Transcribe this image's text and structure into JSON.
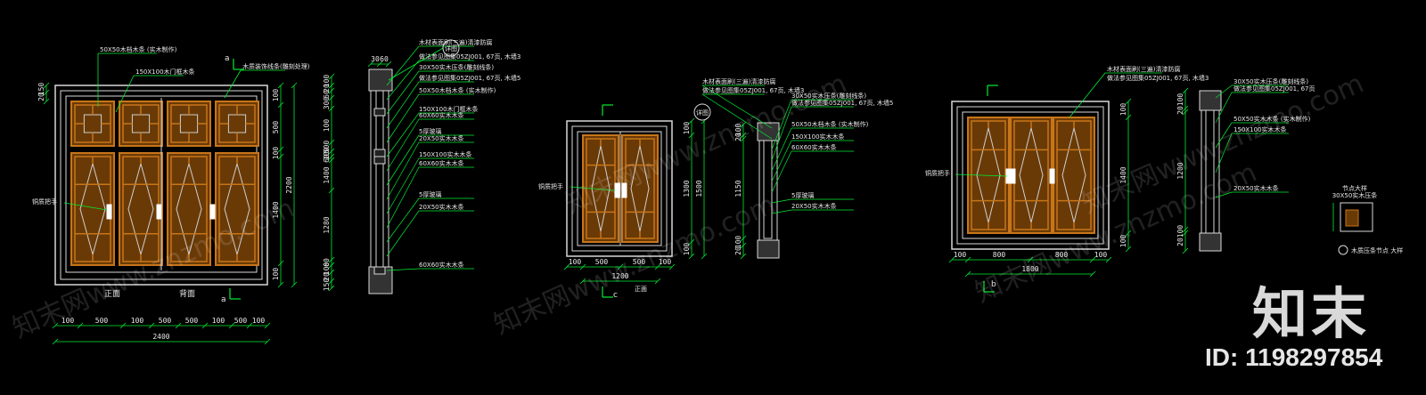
{
  "colors": {
    "background": "#000000",
    "frame": "#d8d8d8",
    "wood": "#c77519",
    "wood_dark": "#6a3a06",
    "dimension": "#00ee33",
    "leader": "#00ee33",
    "text": "#e8e8e8"
  },
  "drawing1": {
    "front_label": "正面",
    "back_label": "背面",
    "section_mark": "a",
    "section_mark_top": "a",
    "handle_note": "铜质把手",
    "top_note_1": "50X50木档木条 (实木制作)",
    "top_note_2": "150X100木门框木条",
    "top_note_3": "木质装饰线条(雕刻处理)",
    "right_dims": [
      "100",
      "500",
      "100",
      "1400",
      "100"
    ],
    "right_total": "2200",
    "left_dims": [
      "150",
      "20"
    ],
    "bottom_dims": [
      "100",
      "500",
      "100",
      "500",
      "500",
      "100",
      "500",
      "100"
    ],
    "bottom_total": "2400"
  },
  "section1": {
    "callouts": [
      "木材表面刷(三遍)清漆防腐",
      "做法参见图集05ZJ001, 67页, 木墙3",
      "30X50实木压条(雕刻线条)",
      "做法参见图集05ZJ001, 67页, 木墙5",
      "50X50木档木条 (实木制作)",
      "150X100木门框木条",
      "60X60实木木条",
      "5厚玻璃",
      "20X50实木木条",
      "150X100实木木条",
      "60X60实木木条",
      "5厚玻璃",
      "20X50实木木条",
      "60X60实木木条"
    ],
    "top_dims": [
      "30",
      "60"
    ],
    "left_dims": [
      "100",
      "20",
      "60",
      "300",
      "100",
      "500",
      "100",
      "60",
      "1400",
      "1280",
      "60",
      "100",
      "20",
      "150"
    ],
    "detail_tag": "详图"
  },
  "drawing2": {
    "handle_note": "铜质把手",
    "section_mark": "c",
    "right_dims": [
      "100",
      "1300",
      "1500",
      "100"
    ],
    "bottom_dims": [
      "100",
      "500",
      "500",
      "100"
    ],
    "bottom_total": "1200",
    "bottom_tag": "正面"
  },
  "section2": {
    "callouts": [
      "木材表面刷(三遍)清漆防腐",
      "做法参见图集05ZJ001, 67页, 木墙3",
      "30X50实木压条(雕刻线条)",
      "做法参见图集05ZJ001, 67页, 木墙5",
      "50X50木档木条 (实木制作)",
      "150X100实木木条",
      "60X60实木木条",
      "5厚玻璃",
      "20X50实木木条"
    ],
    "left_dims": [
      "100",
      "20",
      "1150",
      "100",
      "20"
    ],
    "detail_tag": "详图"
  },
  "drawing3": {
    "handle_note": "铜质把手",
    "section_mark": "b",
    "top_note_1": "木材表面刷(三遍)清漆防腐",
    "top_note_2": "做法参见图集05ZJ001, 67页, 木墙3",
    "right_dims": [
      "100",
      "1400",
      "100"
    ],
    "bottom_dims": [
      "100",
      "800",
      "800",
      "100"
    ],
    "bottom_total": "1800"
  },
  "section3": {
    "callouts": [
      "30X50实木压条(雕刻线条)",
      "做法参见图集05ZJ001, 67页",
      "50X50实木木条 (实木制作)",
      "150X100实木木条",
      "20X50实木木条"
    ],
    "left_dims": [
      "100",
      "20",
      "1200",
      "100",
      "20"
    ]
  },
  "detail": {
    "title": "节点大样",
    "subtitle": "30X50实木压条",
    "caption": "木质压条节点 大样"
  },
  "watermark": {
    "text": "知末网www.znzmo.com",
    "brand": "知末",
    "id": "ID: 1198297854"
  }
}
